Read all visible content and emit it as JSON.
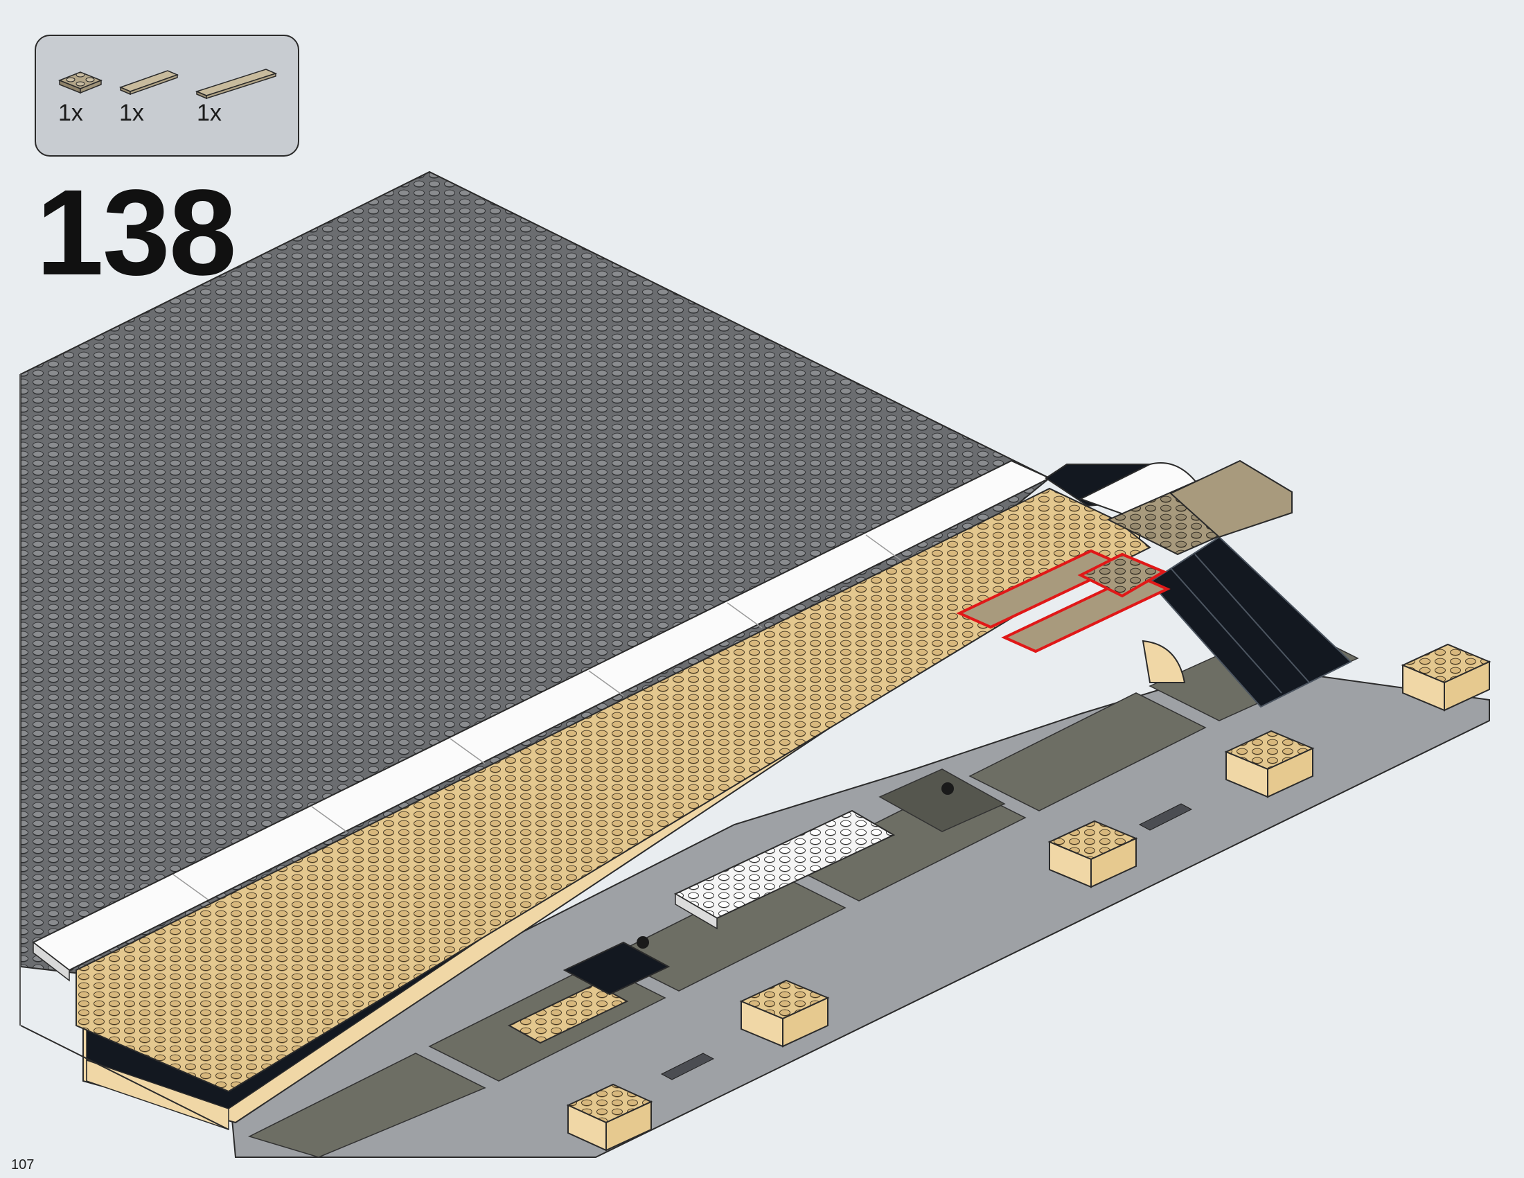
{
  "step": {
    "number": "138",
    "page_number": "107"
  },
  "parts_callout": {
    "items": [
      {
        "icon": "plate-2x2-icon",
        "qty": "1x",
        "color": "#9c8f78"
      },
      {
        "icon": "tile-1x4-icon",
        "qty": "1x",
        "color": "#b7aa8e"
      },
      {
        "icon": "tile-1x6-icon",
        "qty": "1x",
        "color": "#b7aa8e"
      }
    ]
  },
  "colors": {
    "background": "#e9edf0",
    "baseplate_gray": "#6b6d70",
    "tan": "#e7c993",
    "dark_tan": "#a89a7d",
    "black": "#1a1f26",
    "white": "#fbfbfb",
    "highlight_red": "#e01818"
  }
}
